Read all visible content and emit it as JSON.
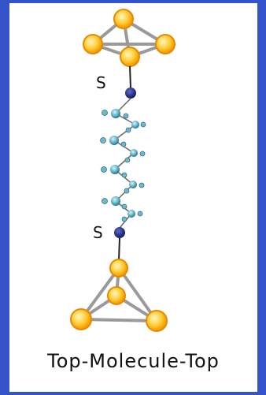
{
  "diagram": {
    "sulfur_top_label": "S",
    "sulfur_bottom_label": "S",
    "caption": "Top-Molecule-Top"
  },
  "colors": {
    "border": "#3553c8",
    "gold_atom": "#ffc21a",
    "gold_atom_rim": "#f08c00",
    "sulfur_atom": "#1c2a7a",
    "chain_atom": "#4fa8c2",
    "bond": "#8a8a8a"
  }
}
